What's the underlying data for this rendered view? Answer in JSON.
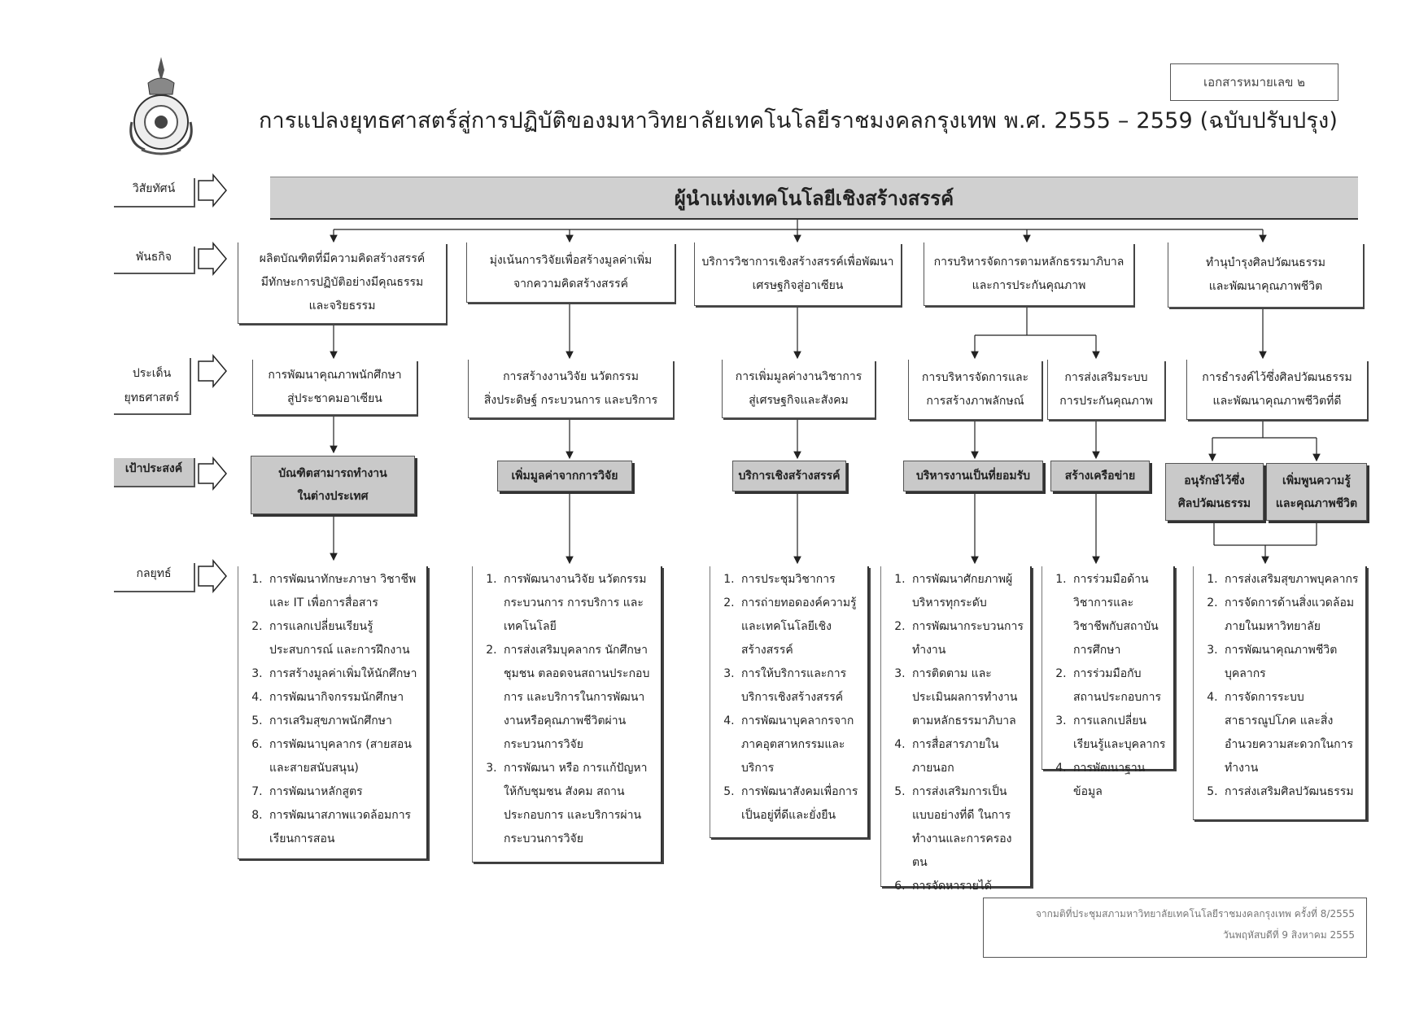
{
  "header": {
    "title": "การแปลงยุทธศาสตร์สู่การปฏิบัติของมหาวิทยาลัยเทคโนโลยีราชมงคลกรุงเทพ พ.ศ. 2555 – 2559 (ฉบับปรับปรุง)",
    "doc_number": "เอกสารหมายเลข ๒"
  },
  "rows": {
    "vision_label": "วิสัยทัศน์",
    "mission_label": "พันธกิจ",
    "issue_label_1": "ประเด็น",
    "issue_label_2": "ยุทธศาสตร์",
    "goal_label": "เป้าประสงค์",
    "strategy_label": "กลยุทธ์"
  },
  "vision": "ผู้นำแห่งเทคโนโลยีเชิงสร้างสรรค์",
  "missions": [
    {
      "lines": [
        "ผลิตบัณฑิตที่มีความคิดสร้างสรรค์",
        "มีทักษะการปฏิบัติอย่างมีคุณธรรม",
        "และจริยธรรม"
      ]
    },
    {
      "lines": [
        "มุ่งเน้นการวิจัยเพื่อสร้างมูลค่าเพิ่ม",
        "จากความคิดสร้างสรรค์"
      ]
    },
    {
      "lines": [
        "บริการวิชาการเชิงสร้างสรรค์เพื่อพัฒนา",
        "เศรษฐกิจสู่อาเซียน"
      ]
    },
    {
      "lines": [
        "การบริหารจัดการตามหลักธรรมาภิบาล",
        "และการประกันคุณภาพ"
      ]
    },
    {
      "lines": [
        "ทำนุบำรุงศิลปวัฒนธรรม",
        "และพัฒนาคุณภาพชีวิต"
      ]
    }
  ],
  "issues": [
    {
      "lines": [
        "การพัฒนาคุณภาพนักศึกษา",
        "สู่ประชาคมอาเซียน"
      ]
    },
    {
      "lines": [
        "การสร้างงานวิจัย นวัตกรรม",
        "สิ่งประดิษฐ์ กระบวนการ และบริการ"
      ]
    },
    {
      "lines": [
        "การเพิ่มมูลค่างานวิชาการ",
        "สู่เศรษฐกิจและสังคม"
      ]
    },
    {
      "lines": [
        "การบริหารจัดการและ",
        "การสร้างภาพลักษณ์"
      ]
    },
    {
      "lines": [
        "การส่งเสริมระบบ",
        "การประกันคุณภาพ"
      ]
    },
    {
      "lines": [
        "การธำรงค์ไว้ซึ่งศิลปวัฒนธรรม",
        "และพัฒนาคุณภาพชีวิตที่ดี"
      ]
    }
  ],
  "goals": [
    {
      "lines": [
        "บัณฑิตสามารถทำงาน",
        "ในต่างประเทศ"
      ]
    },
    {
      "lines": [
        "เพิ่มมูลค่าจากการวิจัย"
      ]
    },
    {
      "lines": [
        "บริการเชิงสร้างสรรค์"
      ]
    },
    {
      "lines": [
        "บริหารงานเป็นที่ยอมรับ"
      ]
    },
    {
      "lines": [
        "สร้างเครือข่าย"
      ]
    },
    {
      "lines": [
        "อนุรักษ์ไว้ซึ่ง",
        "ศิลปวัฒนธรรม"
      ]
    },
    {
      "lines": [
        "เพิ่มพูนความรู้",
        "และคุณภาพชีวิต"
      ]
    }
  ],
  "strategies": [
    {
      "items": [
        "การพัฒนาทักษะภาษา วิชาชีพ และ IT เพื่อการสื่อสาร",
        "การแลกเปลี่ยนเรียนรู้ ประสบการณ์ และการฝึกงาน",
        "การสร้างมูลค่าเพิ่มให้นักศึกษา",
        "การพัฒนากิจกรรมนักศึกษา",
        "การเสริมสุขภาพนักศึกษา",
        "การพัฒนาบุคลากร (สายสอน และสายสนับสนุน)",
        "การพัฒนาหลักสูตร",
        "การพัฒนาสภาพแวดล้อมการเรียนการสอน"
      ]
    },
    {
      "items": [
        "การพัฒนางานวิจัย นวัตกรรม กระบวนการ การบริการ และเทคโนโลยี",
        "การส่งเสริมบุคลากร นักศึกษา ชุมชน ตลอดจนสถานประกอบการ และบริการในการพัฒนางานหรือคุณภาพชีวิตผ่านกระบวนการวิจัย",
        "การพัฒนา หรือ การแก้ปัญหาให้กับชุมชน สังคม สถานประกอบการ และบริการผ่านกระบวนการวิจัย"
      ]
    },
    {
      "items": [
        "การประชุมวิชาการ",
        "การถ่ายทอดองค์ความรู้และเทคโนโลยีเชิงสร้างสรรค์",
        "การให้บริการและการบริการเชิงสร้างสรรค์",
        "การพัฒนาบุคลากรจากภาคอุตสาหกรรมและบริการ",
        "การพัฒนาสังคมเพื่อการเป็นอยู่ที่ดีและยั่งยืน"
      ]
    },
    {
      "items": [
        "การพัฒนาศักยภาพผู้บริหารทุกระดับ",
        "การพัฒนากระบวนการทำงาน",
        "การติดตาม และประเมินผลการทำงานตามหลักธรรมาภิบาล",
        "การสื่อสารภายในภายนอก",
        "การส่งเสริมการเป็นแบบอย่างที่ดี ในการทำงานและการครองตน",
        "การจัดหารายได้"
      ]
    },
    {
      "items": [
        "การร่วมมือด้านวิชาการและวิชาชีพกับสถาบันการศึกษา",
        "การร่วมมือกับสถานประกอบการ",
        "การแลกเปลี่ยนเรียนรู้และบุคลากร",
        "การพัฒนาฐานข้อมูล"
      ]
    },
    {
      "items": [
        "การส่งเสริมสุขภาพบุคลากร",
        "การจัดการด้านสิ่งแวดล้อมภายในมหาวิทยาลัย",
        "การพัฒนาคุณภาพชีวิตบุคลากร",
        "การจัดการระบบสาธารณูปโภค และสิ่งอำนวยความสะดวกในการทำงาน",
        "การส่งเสริมศิลปวัฒนธรรม"
      ]
    }
  ],
  "footer": {
    "line1": "จากมติที่ประชุมสภามหาวิทยาลัยเทคโนโลยีราชมงคลกรุงเทพ ครั้งที่ 8/2555",
    "line2": "วันพฤหัสบดีที่ 9 สิงหาคม 2555"
  }
}
